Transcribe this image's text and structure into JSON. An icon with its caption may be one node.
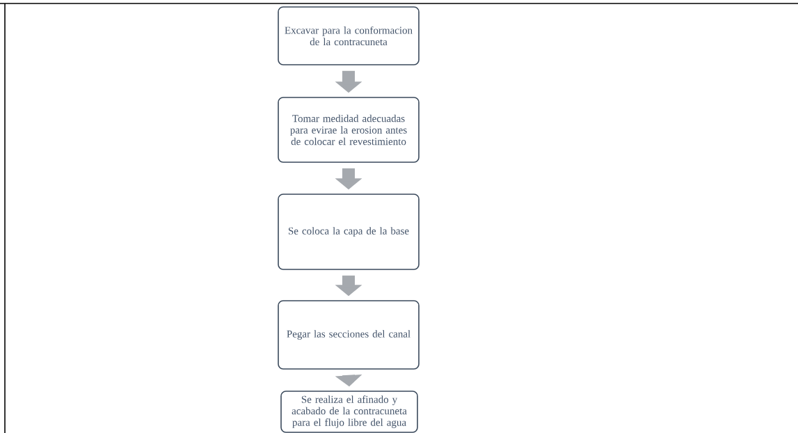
{
  "diagram": {
    "nodes": [
      {
        "text": [
          "Excavar para la conformacion de la contracuneta"
        ]
      },
      {
        "text": [
          "Tomar medidad adecuadas para evirae la erosion antes de colocar el revestimiento"
        ]
      },
      {
        "text": [
          "Se coloca la capa de la base"
        ]
      },
      {
        "text": [
          "Pegar las secciones del canal"
        ]
      },
      {
        "text": [
          "Se realiza el afinado y acabado de la contracuneta para el flujo libre del agua"
        ]
      }
    ],
    "edges": [
      {
        "from": 0,
        "to": 1,
        "arrow": "to"
      },
      {
        "from": 1,
        "to": 2,
        "arrow": "to"
      },
      {
        "from": 2,
        "to": 3,
        "arrow": "to"
      },
      {
        "from": 3,
        "to": 4,
        "arrow": "to"
      }
    ]
  }
}
